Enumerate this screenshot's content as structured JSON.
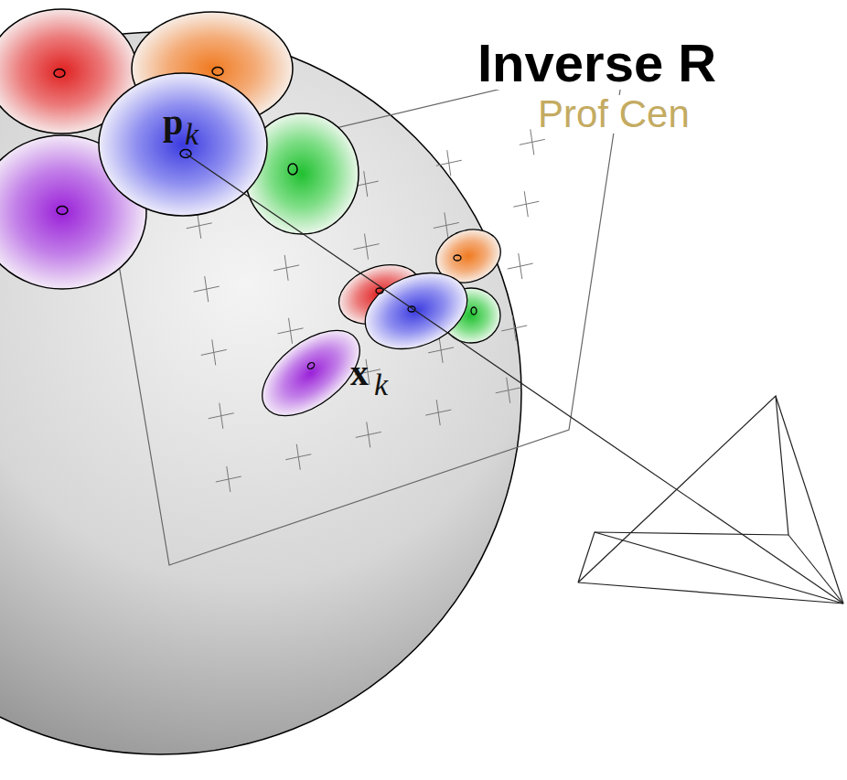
{
  "diagram": {
    "title": "Inverse R",
    "labels": [
      "Prof Cen",
      "p",
      "k",
      "x",
      "k"
    ]
  }
}
